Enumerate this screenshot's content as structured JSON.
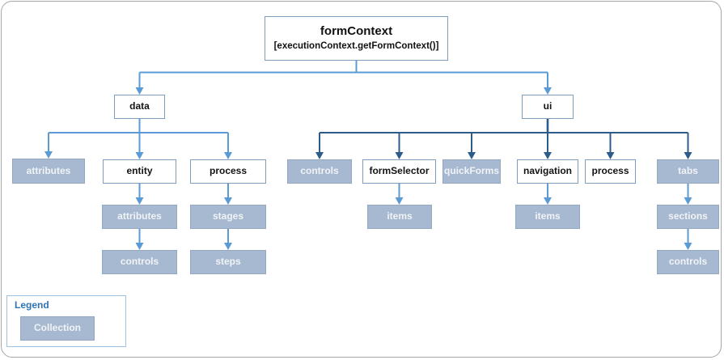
{
  "root": {
    "title": "formContext",
    "subtitle": "[executionContext.getFormContext()]"
  },
  "nodes": {
    "data": "data",
    "ui": "ui",
    "data_attributes": "attributes",
    "entity": "entity",
    "data_process": "process",
    "entity_attributes": "attributes",
    "entity_controls": "controls",
    "process_stages": "stages",
    "process_steps": "steps",
    "ui_controls": "controls",
    "form_selector": "formSelector",
    "quick_forms": "quickForms",
    "navigation": "navigation",
    "ui_process": "process",
    "tabs": "tabs",
    "form_selector_items": "items",
    "navigation_items": "items",
    "tabs_sections": "sections",
    "tabs_controls": "controls"
  },
  "legend": {
    "title": "Legend",
    "collection_label": "Collection"
  },
  "colors": {
    "collection_fill": "#A7B9D1",
    "collection_border": "#93A9C3",
    "object_border": "#7E9CBE",
    "connector_light": "#5B9BD5",
    "connector_dark": "#2E5C8A",
    "legend_border": "#9CC2E5",
    "legend_title_text": "#2E74B5",
    "frame_border": "#A6A6A6"
  }
}
